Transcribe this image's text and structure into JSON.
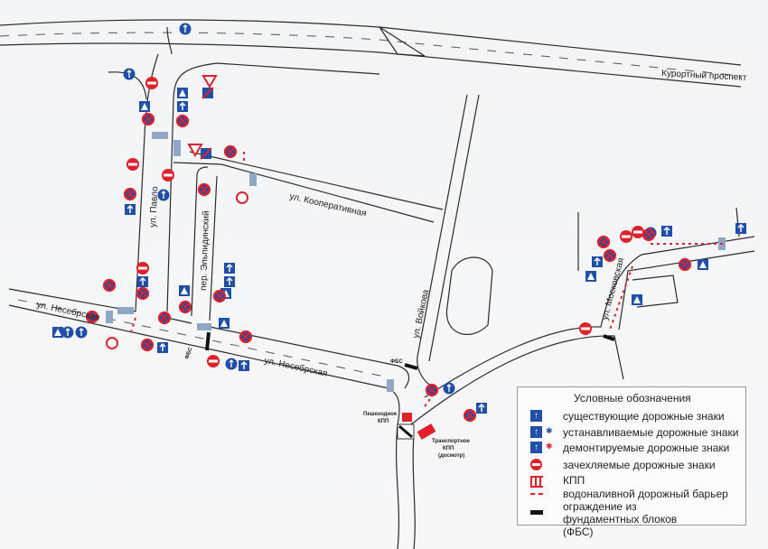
{
  "streets": {
    "kurortny": "Курортный проспект",
    "kooperativnaya": "ул. Кооперативная",
    "nesebrskaya_west": "ул. Несебрская",
    "nesebrskaya_east": "ул. Несебрская",
    "voykova": "ул. Войкова",
    "moskovskaya": "ул. Московская",
    "pavlo": "ул. Павло",
    "lane": "пер. Эльпидинский"
  },
  "labels": {
    "fbs_1": "ФБС",
    "fbs_2": "ФБС",
    "pedestrian_kpp_1": "Пешеходное",
    "pedestrian_kpp_2": "КПП",
    "transport_kpp_1": "Транспортное",
    "transport_kpp_2": "КПП",
    "transport_kpp_3": "(досмотр)"
  },
  "legend": {
    "title": "Условные обозначения",
    "items": [
      {
        "icon": "arrow-up-sign-icon",
        "label": "существующие дорожные знаки"
      },
      {
        "icon": "arrow-up-sign-blue-star-icon",
        "label": "устанавливаемые дорожные знаки"
      },
      {
        "icon": "arrow-up-sign-red-star-icon",
        "label": "демонтируемые дорожные знаки"
      },
      {
        "icon": "no-entry-sign-icon",
        "label": "зачехляемые дорожные знаки"
      },
      {
        "icon": "checkpoint-icon",
        "label": "КПП"
      },
      {
        "icon": "water-barrier-icon",
        "label": "водоналивной дорожный барьер"
      },
      {
        "icon": "fbs-block-icon",
        "label": "ограждение из фундаментных блоков (ФБС)"
      }
    ]
  },
  "colors": {
    "sign_blue": "#1f4fa8",
    "sign_red": "#e0202a",
    "road": "#2b2b2b",
    "install_star": "#1f4fa8",
    "remove_star": "#e0202a"
  }
}
